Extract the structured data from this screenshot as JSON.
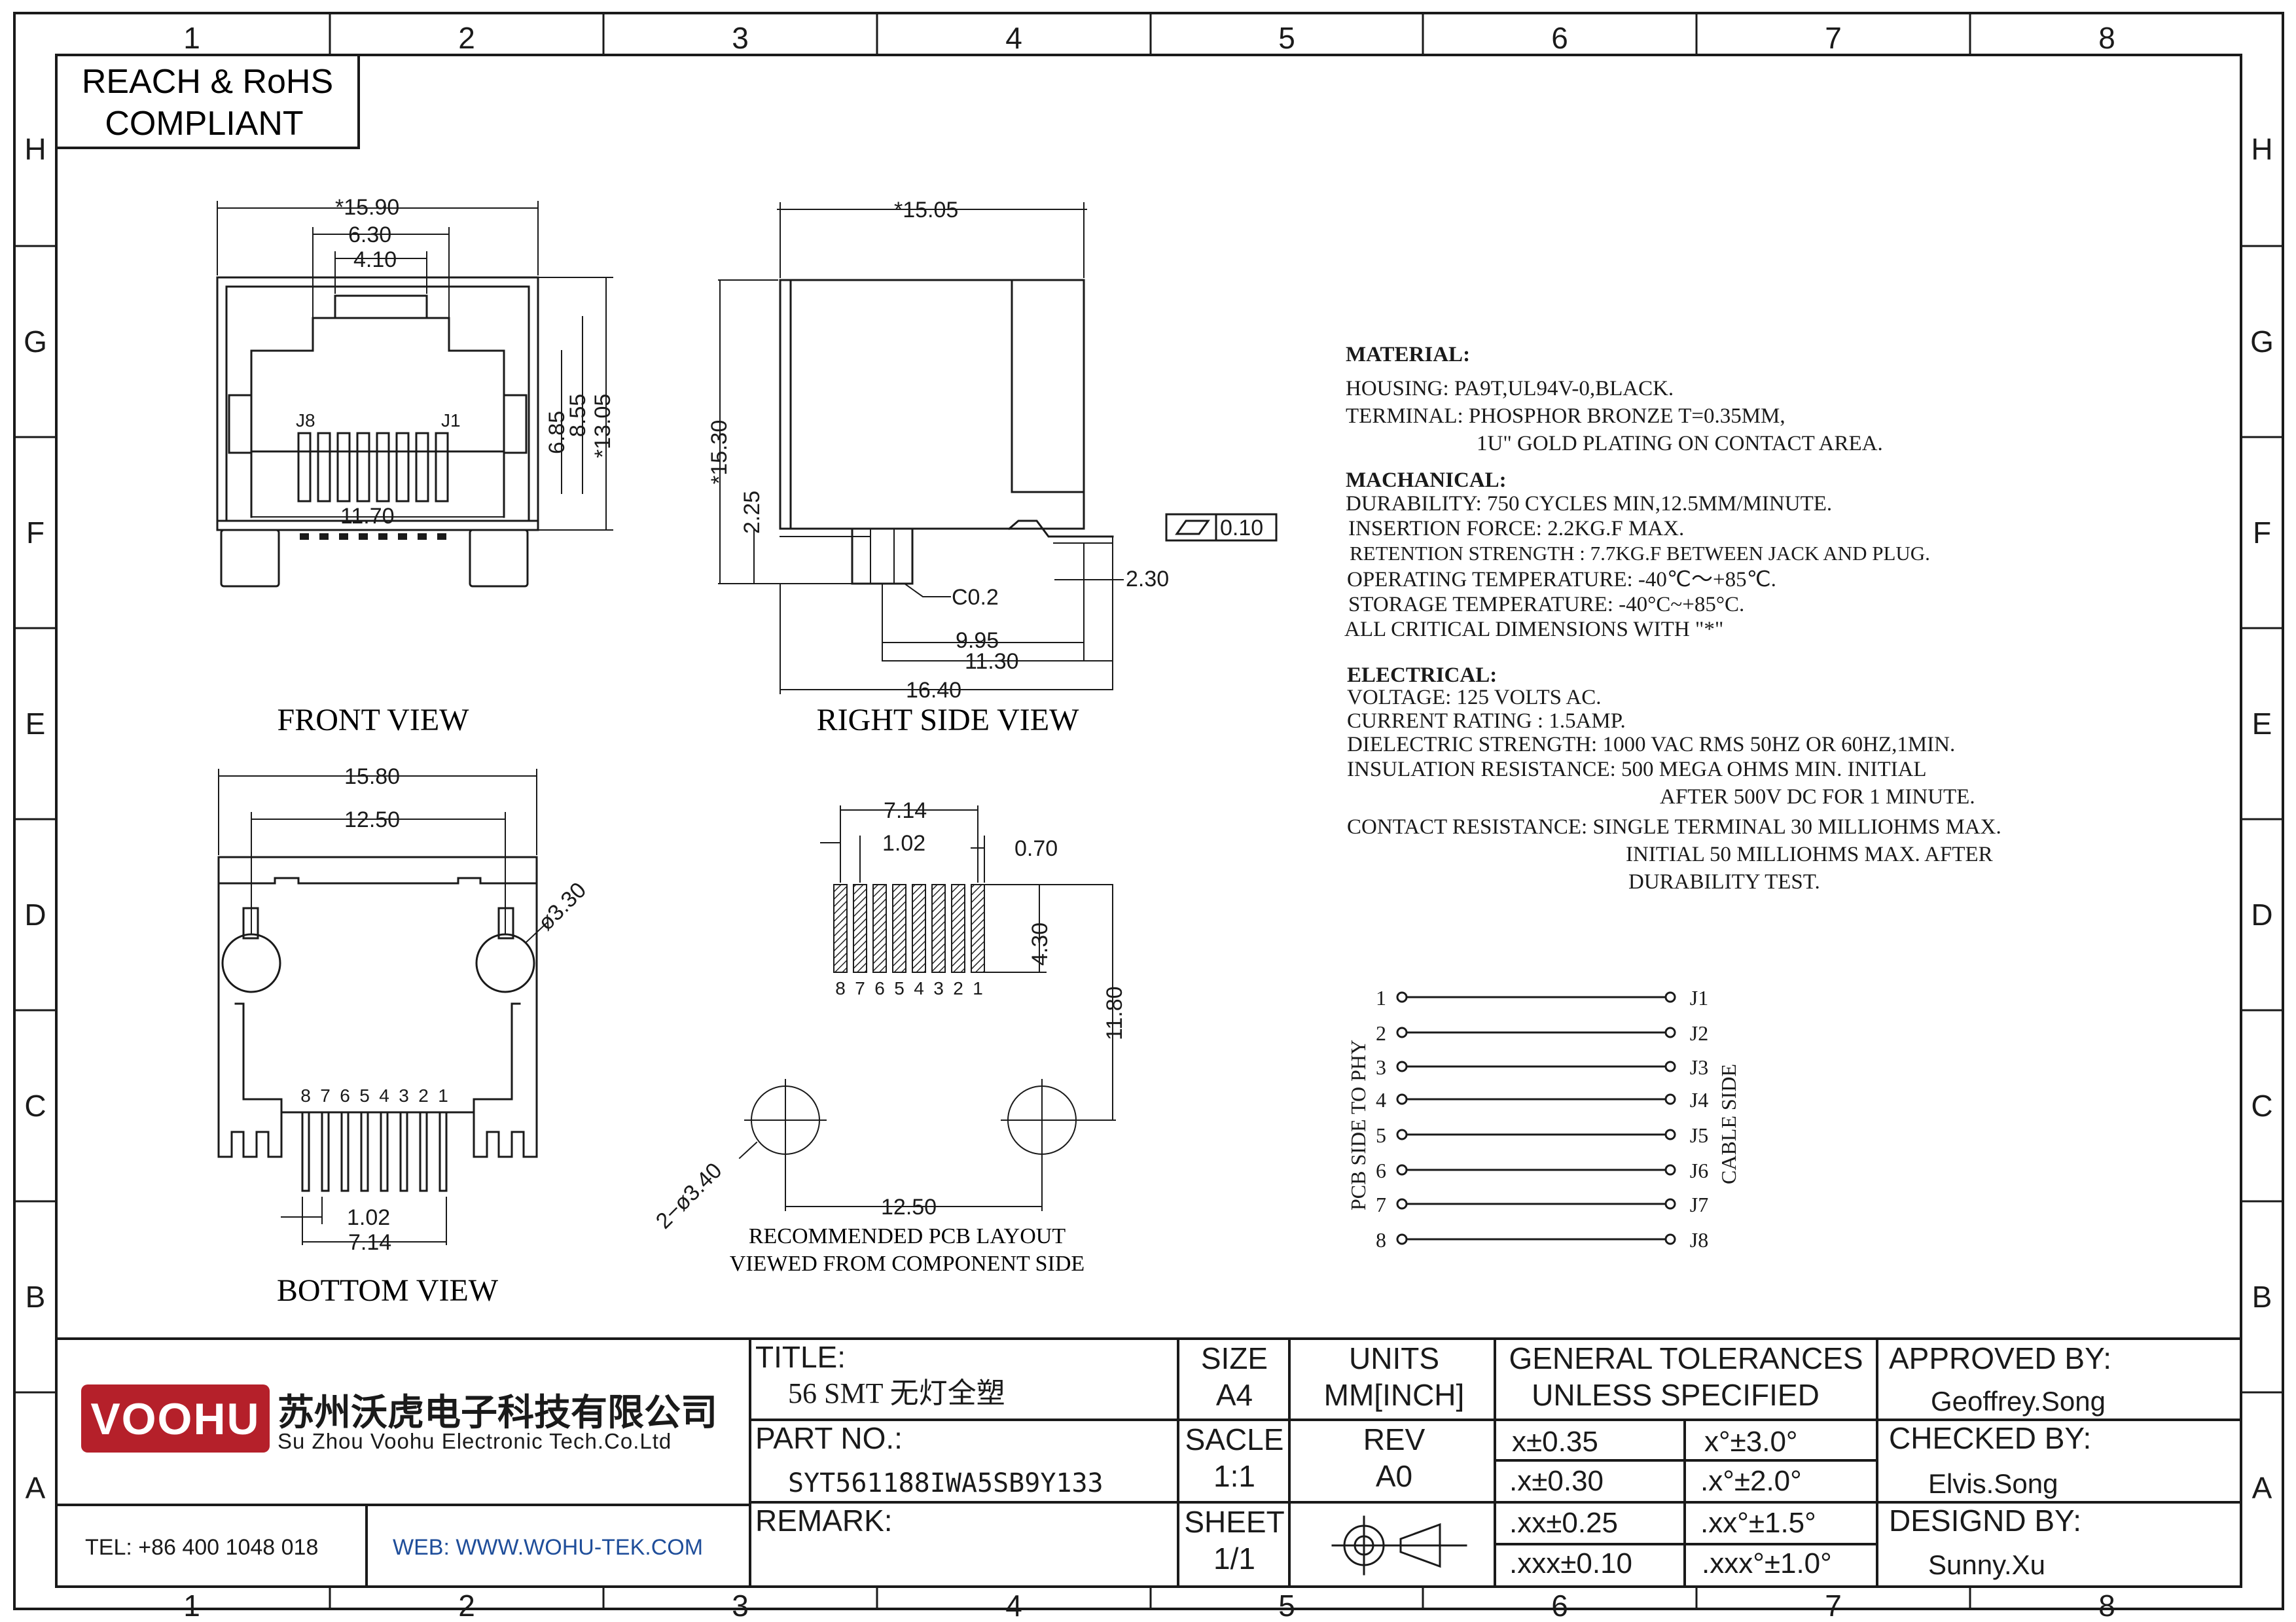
{
  "compliance": {
    "line1": "REACH & RoHS",
    "line2": "COMPLIANT"
  },
  "grid": {
    "cols": [
      "1",
      "2",
      "3",
      "4",
      "5",
      "6",
      "7",
      "8"
    ],
    "rows": [
      "H",
      "G",
      "F",
      "E",
      "D",
      "C",
      "B",
      "A"
    ]
  },
  "front_view": {
    "label": "FRONT VIEW",
    "dims": [
      "*15.90",
      "6.30",
      "4.10",
      "6.85",
      "8.55",
      "*13.05",
      "11.70"
    ],
    "pins": [
      "J8",
      "J1"
    ]
  },
  "right_view": {
    "label": "RIGHT SIDE VIEW",
    "dims": [
      "*15.05",
      "*15.30",
      "2.25",
      "C0.2",
      "2.30",
      "9.95",
      "11.30",
      "16.40"
    ],
    "flatness": "0.10"
  },
  "bottom_view": {
    "label": "BOTTOM VIEW",
    "dims": [
      "15.80",
      "12.50",
      "ø3.30",
      "1.02",
      "7.14"
    ],
    "pin_numbers": [
      "8",
      "7",
      "6",
      "5",
      "4",
      "3",
      "2",
      "1"
    ]
  },
  "pcb_layout": {
    "label1": "RECOMMENDED PCB LAYOUT",
    "label2": "VIEWED FROM COMPONENT SIDE",
    "dims": [
      "7.14",
      "1.02",
      "0.70",
      "4.30",
      "11.80",
      "2−ø3.40",
      "12.50"
    ],
    "pad_numbers": [
      "8",
      "7",
      "6",
      "5",
      "4",
      "3",
      "2",
      "1"
    ]
  },
  "specs": {
    "material_heading": "MATERIAL:",
    "material": [
      "HOUSING: PA9T,UL94V-0,BLACK.",
      "TERMINAL: PHOSPHOR BRONZE T=0.35MM,",
      "1U\" GOLD PLATING ON CONTACT AREA."
    ],
    "mechanical_heading": "MACHANICAL:",
    "mechanical": [
      "DURABILITY: 750 CYCLES MIN,12.5MM/MINUTE.",
      "INSERTION FORCE: 2.2KG.F MAX.",
      "RETENTION STRENGTH : 7.7KG.F BETWEEN JACK AND PLUG.",
      "OPERATING TEMPERATURE: -40℃～+85℃.",
      "STORAGE TEMPERATURE: -40°C~+85°C.",
      "ALL CRITICAL DIMENSIONS WITH \"*\""
    ],
    "electrical_heading": "ELECTRICAL:",
    "electrical": [
      "VOLTAGE: 125 VOLTS AC.",
      "CURRENT RATING : 1.5AMP.",
      "DIELECTRIC STRENGTH: 1000 VAC RMS 50HZ OR 60HZ,1MIN.",
      "INSULATION RESISTANCE: 500 MEGA OHMS MIN. INITIAL",
      "AFTER 500V DC FOR 1 MINUTE.",
      "CONTACT RESISTANCE: SINGLE TERMINAL 30 MILLIOHMS MAX.",
      "INITIAL 50 MILLIOHMS MAX. AFTER",
      "DURABILITY TEST."
    ]
  },
  "schematic": {
    "left_label": "PCB SIDE TO PHY",
    "right_label": "CABLE SIDE",
    "pins": [
      "1",
      "2",
      "3",
      "4",
      "5",
      "6",
      "7",
      "8"
    ],
    "jacks": [
      "J1",
      "J2",
      "J3",
      "J4",
      "J5",
      "J6",
      "J7",
      "J8"
    ]
  },
  "title_block": {
    "logo": "VOOHU",
    "company_cn": "苏州沃虎电子科技有限公司",
    "company_en": "Su Zhou Voohu Electronic Tech.Co.Ltd",
    "tel": "TEL: +86 400 1048 018",
    "web": "WEB: WWW.WOHU-TEK.COM",
    "title_label": "TITLE:",
    "title_value": "56 SMT 无灯全塑",
    "partno_label": "PART NO.:",
    "partno_value": "SYT561188IWA5SB9Y133",
    "remark_label": "REMARK:",
    "size_label": "SIZE",
    "size_value": "A4",
    "units_label": "UNITS",
    "units_value": "MM[INCH]",
    "scale_label": "SACLE",
    "scale_value": "1:1",
    "rev_label": "REV",
    "rev_value": "A0",
    "sheet_label": "SHEET",
    "sheet_value": "1/1",
    "tol_header1": "GENERAL TOLERANCES",
    "tol_header2": "UNLESS SPECIFIED",
    "tolerances": [
      [
        "x±0.35",
        "x°±3.0°"
      ],
      [
        ".x±0.30",
        ".x°±2.0°"
      ],
      [
        ".xx±0.25",
        ".xx°±1.5°"
      ],
      [
        ".xxx±0.10",
        ".xxx°±1.0°"
      ]
    ],
    "approved_label": "APPROVED BY:",
    "approved_value": "Geoffrey.Song",
    "checked_label": "CHECKED BY:",
    "checked_value": "Elvis.Song",
    "designed_label": "DESIGND BY:",
    "designed_value": "Sunny.Xu"
  },
  "colors": {
    "line": "#1a1a1a",
    "logo_red": "#b5202a",
    "web_blue": "#1f4e9a"
  }
}
